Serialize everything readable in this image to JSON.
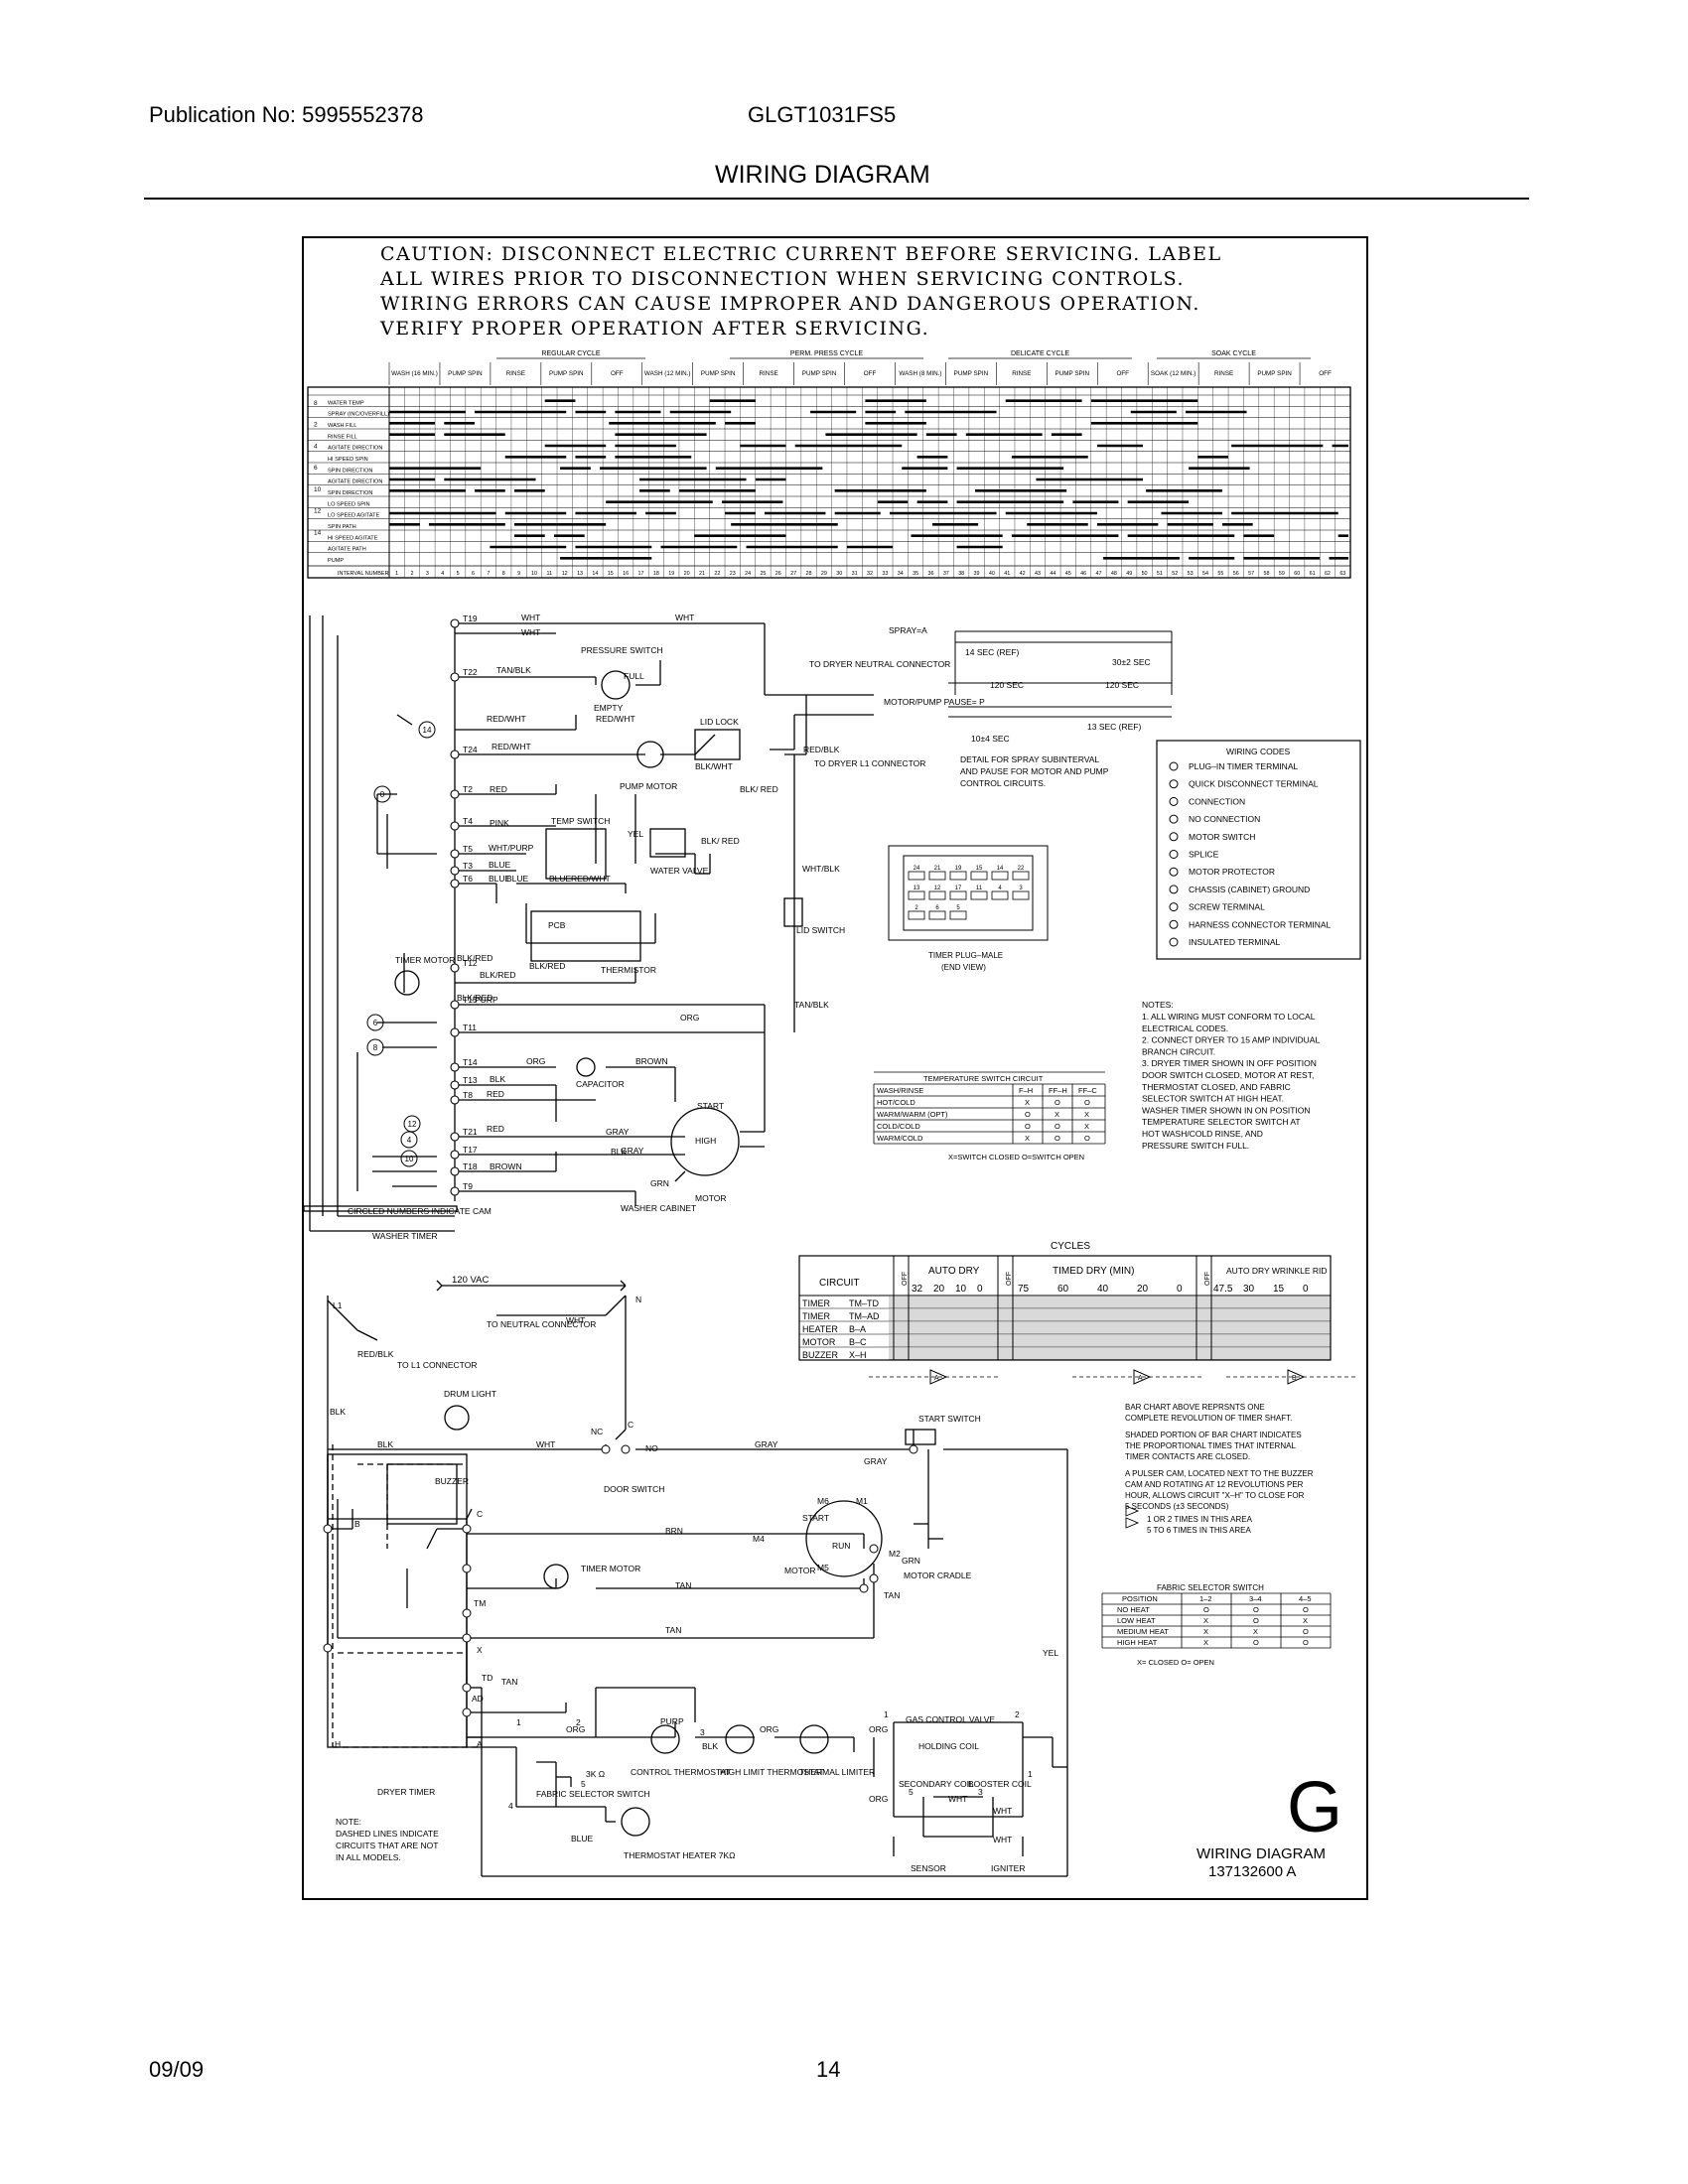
{
  "header": {
    "publication": "Publication No: 5995552378",
    "model": "GLGT1031FS5",
    "title": "WIRING DIAGRAM"
  },
  "footer": {
    "date": "09/09",
    "page": "14"
  },
  "caution": [
    "CAUTION: DISCONNECT ELECTRIC CURRENT BEFORE SERVICING. LABEL",
    "ALL WIRES PRIOR TO DISCONNECTION WHEN SERVICING CONTROLS.",
    "WIRING ERRORS CAN CAUSE IMPROPER AND DANGEROUS OPERATION.",
    "VERIFY PROPER OPERATION AFTER SERVICING."
  ],
  "washer_cycles": {
    "groups": [
      "REGULAR CYCLE",
      "PERM. PRESS CYCLE",
      "DELICATE CYCLE",
      "SOAK CYCLE"
    ],
    "phases": [
      "WASH (16 MIN.)",
      "PUMP SPIN",
      "RINSE",
      "PUMP SPIN",
      "OFF",
      "WASH (12 MIN.)",
      "PUMP SPIN",
      "RINSE",
      "PUMP SPIN",
      "OFF",
      "WASH (8 MIN.)",
      "PUMP SPIN",
      "RINSE",
      "PUMP SPIN",
      "OFF",
      "SOAK (12 MIN.)",
      "RINSE",
      "PUMP SPIN",
      "OFF"
    ],
    "rows": [
      "WATER TEMP",
      "SPRAY (INC/OVERFILL)",
      "WASH FILL",
      "RINSE FILL",
      "AGITATE DIRECTION",
      "HI SPEED SPIN",
      "SPIN DIRECTION",
      "AGITATE DIRECTION",
      "SPIN DIRECTION",
      "LO SPEED SPIN",
      "LO SPEED AGITATE",
      "SPIN PATH",
      "HI SPEED AGITATE",
      "AGITATE PATH",
      "PUMP"
    ],
    "row_numbers": [
      "8",
      "2",
      "4",
      "6",
      "10",
      "12",
      "14"
    ],
    "interval_label": "INTERVAL NUMBER",
    "interval_count": 63
  },
  "washer_labels": {
    "terminals": [
      "T19",
      "T22",
      "T24",
      "T2",
      "T4",
      "T5",
      "T3",
      "T6",
      "T12",
      "T15",
      "T11",
      "T14",
      "T13",
      "T8",
      "T21",
      "T17",
      "T18",
      "T9"
    ],
    "cams": [
      "14",
      "0",
      "6",
      "8",
      "12",
      "4",
      "10"
    ],
    "wires": [
      "WHT",
      "WHT",
      "WHT",
      "TAN/BLK",
      "RED/WHT",
      "RED/WHT",
      "RED/WHT",
      "RED",
      "PINK",
      "WHT/PURP",
      "BLUE",
      "BLUE",
      "BLUE",
      "BLUE",
      "RED/WHT",
      "BLK/RED",
      "BLK/RED",
      "BLK/RED",
      "BLK/RED",
      "PURP",
      "ORG",
      "ORG",
      "BROWN",
      "BLK",
      "RED",
      "GRAY",
      "BLK",
      "BROWN",
      "RED/BLK",
      "BLK/WHT",
      "BLK/ RED",
      "BLK/ RED",
      "YEL",
      "WHT/BLK",
      "TAN/BLK",
      "RED",
      "GRAY",
      "GRN"
    ],
    "components": [
      "PRESSURE SWITCH",
      "FULL",
      "EMPTY",
      "LID LOCK",
      "PUMP MOTOR",
      "TEMP SWITCH",
      "WATER VALVE",
      "PCB",
      "THERMISTOR",
      "TIMER MOTOR",
      "CAPACITOR",
      "START",
      "HIGH",
      "MOTOR",
      "WASHER CABINET",
      "LID SWITCH"
    ],
    "misc": [
      "TO DRYER NEUTRAL CONNECTOR",
      "TO DRYER L1 CONNECTOR",
      "CIRCLED NUMBERS INDICATE CAM",
      "WASHER TIMER"
    ]
  },
  "spray_detail": {
    "spray": "SPRAY=A",
    "sec14": "14 SEC (REF)",
    "sec30": "30±2 SEC",
    "sec120a": "120 SEC",
    "sec120b": "120 SEC",
    "motor": "MOTOR/PUMP PAUSE= P",
    "sec13": "13 SEC (REF)",
    "sec10": "10±4 SEC",
    "caption": "DETAIL FOR SPRAY SUBINTERVAL AND PAUSE FOR MOTOR AND PUMP CONTROL CIRCUITS."
  },
  "timer_plug": {
    "caption": "TIMER PLUG–MALE (END VIEW)",
    "pins": [
      "24",
      "21",
      "19",
      "15",
      "14",
      "22",
      "13",
      "12",
      "17",
      "11",
      "4",
      "3",
      "2",
      "6",
      "5"
    ]
  },
  "wiring_codes": {
    "title": "WIRING CODES",
    "items": [
      "PLUG–IN TIMER TERMINAL",
      "QUICK DISCONNECT TERMINAL",
      "CONNECTION",
      "NO CONNECTION",
      "MOTOR SWITCH",
      "SPLICE",
      "MOTOR PROTECTOR",
      "CHASSIS (CABINET) GROUND",
      "SCREW TERMINAL",
      "HARNESS CONNECTOR TERMINAL",
      "INSULATED TERMINAL"
    ]
  },
  "notes": {
    "title": "NOTES:",
    "items": [
      "1. ALL WIRING MUST CONFORM TO LOCAL",
      "   ELECTRICAL CODES.",
      "2. CONNECT DRYER TO 15 AMP INDIVIDUAL",
      "   BRANCH CIRCUIT.",
      "3. DRYER TIMER SHOWN IN OFF POSITION",
      "   DOOR SWITCH CLOSED, MOTOR AT REST,",
      "   THERMOSTAT CLOSED, AND FABRIC",
      "   SELECTOR SWITCH AT HIGH HEAT.",
      "   WASHER TIMER SHOWN IN ON POSITION",
      "   TEMPERATURE SELECTOR SWITCH AT",
      "   HOT WASH/COLD RINSE, AND",
      "   PRESSURE SWITCH FULL."
    ]
  },
  "temp_switch_table": {
    "title": "TEMPERATURE SWITCH CIRCUIT",
    "headers": [
      "WASH/RINSE",
      "F–H",
      "FF–H",
      "FF–C"
    ],
    "rows": [
      [
        "HOT/COLD",
        "X",
        "O",
        "O"
      ],
      [
        "WARM/WARM (OPT)",
        "O",
        "X",
        "X"
      ],
      [
        "COLD/COLD",
        "O",
        "O",
        "X"
      ],
      [
        "WARM/COLD",
        "X",
        "O",
        "O"
      ]
    ],
    "legend": "X=SWITCH CLOSED     O=SWITCH OPEN"
  },
  "dryer_cycles": {
    "title": "CYCLES",
    "circuit_head": "CIRCUIT",
    "off": "OFF",
    "auto_dry": "AUTO DRY",
    "timed_dry": "TIMED DRY (MIN)",
    "auto_dry_wr": "AUTO DRY WRINKLE RID",
    "ticks_auto": [
      "32",
      "20",
      "10",
      "0"
    ],
    "ticks_timed": [
      "75",
      "60",
      "40",
      "20",
      "0"
    ],
    "ticks_wr": [
      "47.5",
      "30",
      "15",
      "0"
    ],
    "circuits": [
      "TIMER",
      "TIMER",
      "HEATER",
      "MOTOR",
      "BUZZER"
    ],
    "contacts": [
      "TM–TD",
      "TM–AD",
      "B–A",
      "B–C",
      "X–H"
    ],
    "markers": [
      "A",
      "A",
      "B"
    ]
  },
  "bar_chart_note": [
    "BAR CHART ABOVE REPRSNTS ONE",
    "COMPLETE REVOLUTION OF TIMER SHAFT.",
    "SHADED PORTION OF BAR CHART INDICATES",
    "THE PROPORTIONAL TIMES THAT INTERNAL",
    "TIMER CONTACTS ARE CLOSED.",
    "A PULSER CAM, LOCATED NEXT TO THE BUZZER",
    "CAM AND ROTATING AT 12 REVOLUTIONS PER",
    "HOUR, ALLOWS CIRCUIT \"X–H\" TO CLOSE FOR",
    "5 SECONDS (±3 SECONDS)",
    "1 OR 2 TIMES IN THIS AREA",
    "5 TO 6 TIMES IN THIS AREA"
  ],
  "fabric_table": {
    "title": "FABRIC SELECTOR SWITCH",
    "headers": [
      "POSITION",
      "1–2",
      "3–4",
      "4–5"
    ],
    "rows": [
      [
        "NO HEAT",
        "O",
        "O",
        "O"
      ],
      [
        "LOW HEAT",
        "X",
        "O",
        "X"
      ],
      [
        "MEDIUM HEAT",
        "X",
        "X",
        "O"
      ],
      [
        "HIGH HEAT",
        "X",
        "O",
        "O"
      ]
    ],
    "legend": "X= CLOSED        O= OPEN"
  },
  "dryer_labels": {
    "vac": "120 VAC",
    "l1": "L1",
    "n": "N",
    "components": [
      "DRUM LIGHT",
      "BUZZER",
      "DOOR SWITCH",
      "START SWITCH",
      "TIMER MOTOR",
      "MOTOR",
      "MOTOR CRADLE",
      "CONTROL THERMOSTAT",
      "HIGH LIMIT THERMOSTAT",
      "THERMAL LIMITER",
      "GAS CONTROL VALVE",
      "HOLDING COIL",
      "SECONDARY COIL",
      "BOOSTER COIL",
      "SENSOR",
      "IGNITER",
      "FABRIC SELECTOR SWITCH",
      "THERMOSTAT HEATER 7KΩ",
      "DRYER TIMER",
      "START",
      "RUN"
    ],
    "wires": [
      "TO NEUTRAL CONNECTOR",
      "RED/BLK",
      "TO L1 CONNECTOR",
      "WHT",
      "BLK",
      "BLK",
      "WHT",
      "GRAY",
      "GRAY",
      "BRN",
      "TAN",
      "TAN",
      "TAN",
      "TAN",
      "YEL",
      "PURP",
      "ORG",
      "ORG",
      "BLK",
      "ORG",
      "BLUE",
      "WHT",
      "WHT",
      "ORG",
      "GRN",
      "WHT",
      "3K Ω"
    ],
    "terminals": [
      "NC",
      "C",
      "NO",
      "B",
      "C",
      "TM",
      "X",
      "TD",
      "AD",
      "A",
      "H",
      "M6",
      "M1",
      "M4",
      "M5",
      "M2",
      "1",
      "2",
      "3",
      "4",
      "5",
      "1",
      "2",
      "5",
      "3",
      "1"
    ]
  },
  "dashed_note": [
    "NOTE:",
    "DASHED LINES INDICATE",
    "CIRCUITS THAT ARE NOT",
    "IN ALL MODELS."
  ],
  "corner": {
    "letter": "G",
    "caption": "WIRING DIAGRAM",
    "number": "137132600  A"
  }
}
